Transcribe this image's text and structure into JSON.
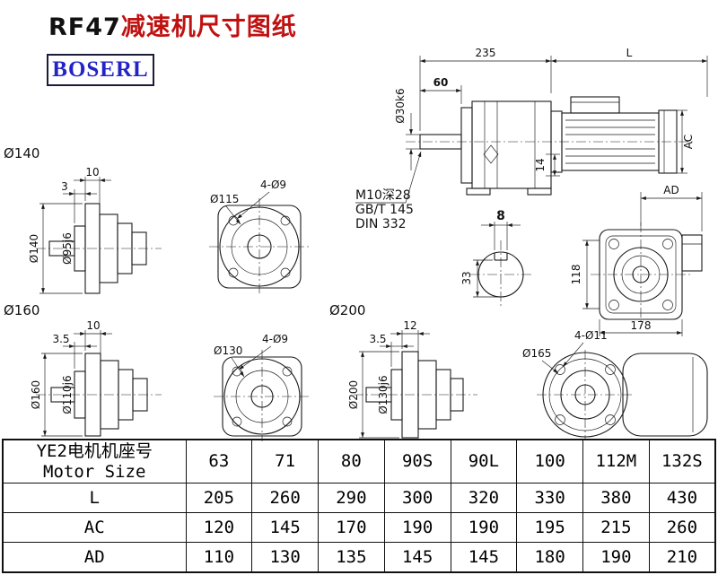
{
  "header": {
    "title_model": "RF47",
    "title_text": "减速机尺寸图纸",
    "logo": "BOSERL"
  },
  "colors": {
    "title_accent": "#c01111",
    "logo_blue": "#2323c8",
    "logo_border": "#1b1b3a",
    "line": "#1a1a1a"
  },
  "views": {
    "main": {
      "dim_235": "235",
      "dim_l": "L",
      "dim_60": "60",
      "dim_shaft_dia": "Ø30k6",
      "dim_14": "14",
      "dim_ac": "AC",
      "note_thread": "M10深28",
      "note_gb": "GB/T 145",
      "note_din": "DIN 332",
      "dim_key_width": "8",
      "dim_key_depth": "33"
    },
    "rear": {
      "dim_ad": "AD",
      "dim_118": "118",
      "dim_178": "178"
    },
    "flange140": {
      "label": "Ø140",
      "dim_thk": "10",
      "dim_spigot": "3",
      "dim_od": "Ø140",
      "dim_pilot": "Ø95j6",
      "holes": "4-Ø9",
      "bolt_circle": "Ø115"
    },
    "flange160": {
      "label": "Ø160",
      "dim_thk": "10",
      "dim_spigot": "3.5",
      "dim_od": "Ø160",
      "dim_pilot": "Ø110j6",
      "holes": "4-Ø9",
      "bolt_circle": "Ø130"
    },
    "flange200": {
      "label": "Ø200",
      "dim_thk": "12",
      "dim_spigot": "3.5",
      "dim_od": "Ø200",
      "dim_pilot": "Ø130j6",
      "holes": "4-Ø11",
      "bolt_circle": "Ø165"
    }
  },
  "table": {
    "motor_label_cn": "YE2电机机座号",
    "motor_label_en": "Motor Size",
    "sizes": [
      "63",
      "71",
      "80",
      "90S",
      "90L",
      "100",
      "112M",
      "132S"
    ],
    "rows": [
      {
        "label": "L",
        "values": [
          "205",
          "260",
          "290",
          "300",
          "320",
          "330",
          "380",
          "430"
        ]
      },
      {
        "label": "AC",
        "values": [
          "120",
          "145",
          "170",
          "190",
          "190",
          "195",
          "215",
          "260"
        ]
      },
      {
        "label": "AD",
        "values": [
          "110",
          "130",
          "135",
          "145",
          "145",
          "180",
          "190",
          "210"
        ]
      }
    ]
  }
}
